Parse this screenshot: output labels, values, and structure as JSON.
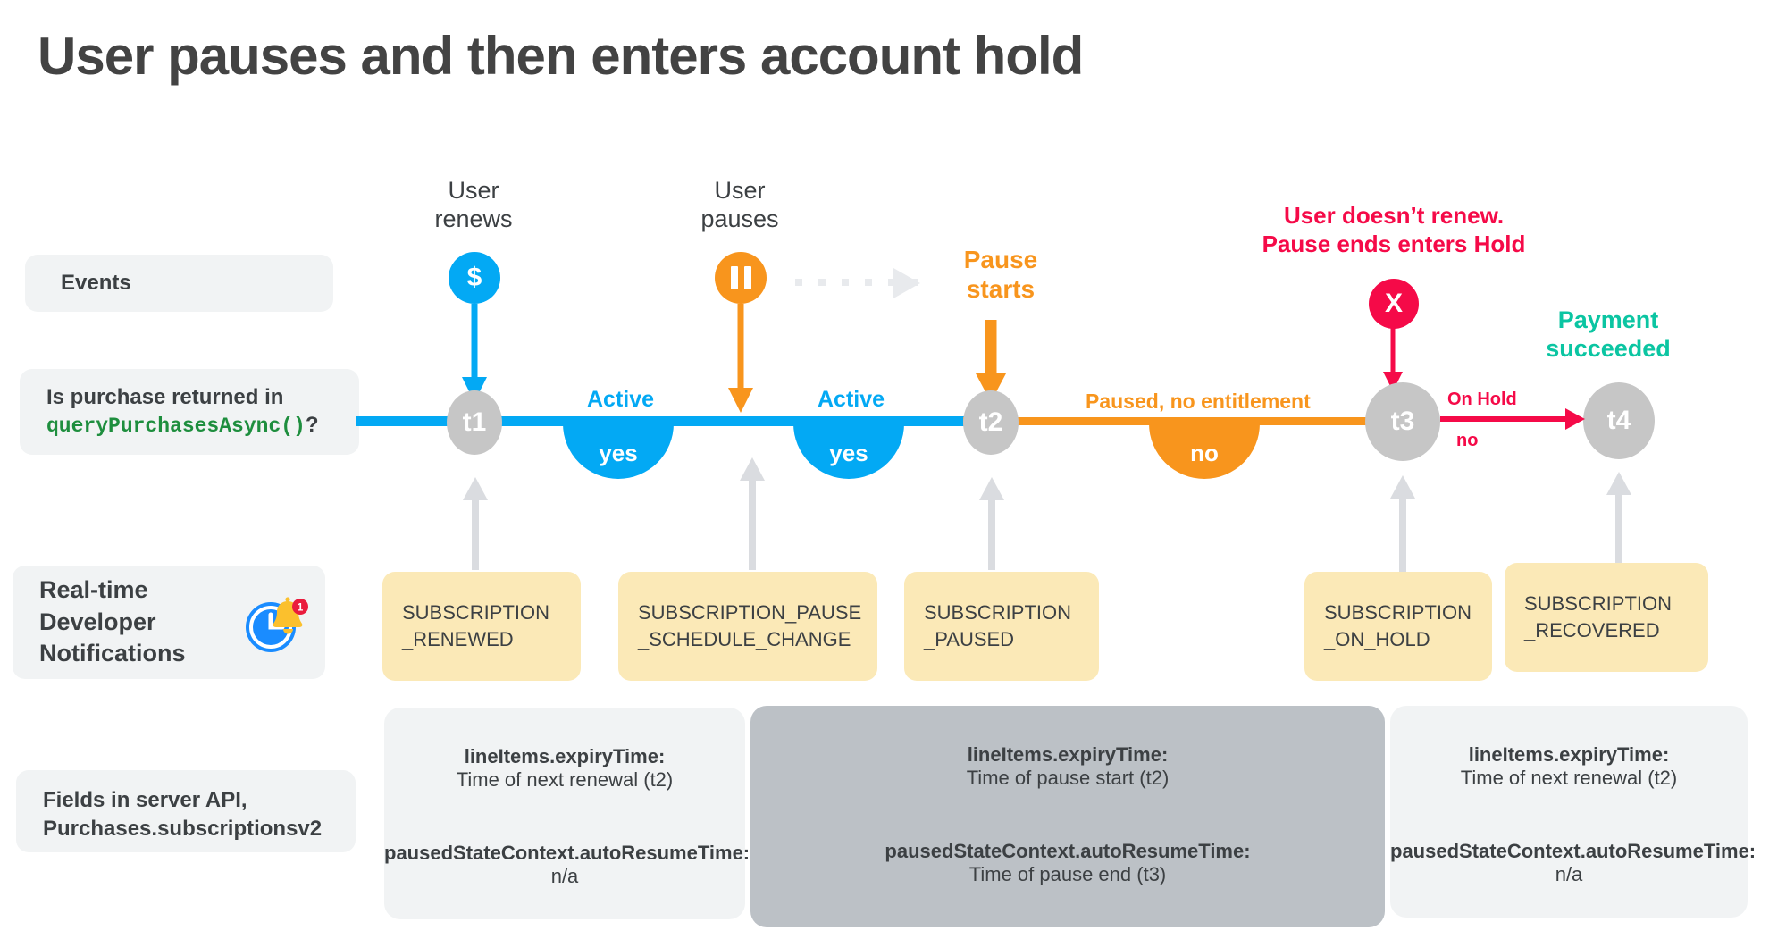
{
  "title": "User pauses and then enters account hold",
  "colors": {
    "blue": "#03a9f4",
    "orange": "#f8951d",
    "red": "#f50a48",
    "teal": "#0bc5a2",
    "gray_node": "#c6c6c6",
    "yellow_box": "#fbe9b7",
    "light_box": "#f1f3f4",
    "dark_box": "#bcc1c6",
    "green_code": "#1e8e3e",
    "title_gray": "#434343"
  },
  "rows": {
    "events_label": "Events",
    "query_label_line1": "Is purchase returned in",
    "query_label_code": "queryPurchasesAsync()",
    "query_label_suffix": "?",
    "rtdn_label": "Real-time\nDeveloper\nNotifications",
    "rtdn_icon": "clock-bell-notification-icon",
    "fields_label": "Fields in server API,\nPurchases.subscriptionsv2"
  },
  "events": [
    {
      "id": "user-renews",
      "caption": "User\nrenews",
      "icon": "dollar-icon",
      "icon_glyph": "$",
      "color": "#03a9f4"
    },
    {
      "id": "user-pauses",
      "caption": "User\npauses",
      "icon": "pause-icon",
      "icon_glyph": "❚❚",
      "color": "#f8951d"
    },
    {
      "id": "pause-starts",
      "caption": "Pause\nstarts",
      "icon": "none",
      "color": "#f8951d"
    },
    {
      "id": "user-doesnt-renew",
      "caption": "User doesn’t renew.\nPause ends enters Hold",
      "icon": "x-icon",
      "icon_glyph": "X",
      "color": "#f50a48"
    },
    {
      "id": "payment-succeeded",
      "caption": "Payment\nsucceeded",
      "icon": "none",
      "color": "#0bc5a2"
    }
  ],
  "timeline": {
    "nodes": [
      {
        "id": "t1",
        "label": "t1"
      },
      {
        "id": "t2",
        "label": "t2"
      },
      {
        "id": "t3",
        "label": "t3"
      },
      {
        "id": "t4",
        "label": "t4"
      }
    ],
    "segments": [
      {
        "id": "active-1",
        "state": "Active",
        "answer": "yes",
        "color": "#03a9f4"
      },
      {
        "id": "active-2",
        "state": "Active",
        "answer": "yes",
        "color": "#03a9f4"
      },
      {
        "id": "paused",
        "state": "Paused, no entitlement",
        "answer": "no",
        "color": "#f8951d"
      },
      {
        "id": "on-hold",
        "state": "On Hold",
        "answer": "no",
        "color": "#f50a48"
      }
    ]
  },
  "notifications": [
    {
      "id": "renewed",
      "text": "SUBSCRIPTION\n_RENEWED"
    },
    {
      "id": "schedule",
      "text": "SUBSCRIPTION_PAUSE\n_SCHEDULE_CHANGE"
    },
    {
      "id": "paused",
      "text": "SUBSCRIPTION\n_PAUSED"
    },
    {
      "id": "on-hold",
      "text": "SUBSCRIPTION\n_ON_HOLD"
    },
    {
      "id": "recovered",
      "text": "SUBSCRIPTION\n_RECOVERED"
    }
  ],
  "server_fields": [
    {
      "id": "left",
      "expiry_key": "lineItems.expiryTime:",
      "expiry_value": "Time of next renewal (t2)",
      "resume_key": "pausedStateContext.autoResumeTime:",
      "resume_value": "n/a"
    },
    {
      "id": "mid",
      "expiry_key": "lineItems.expiryTime:",
      "expiry_value": "Time of pause start (t2)",
      "resume_key": "pausedStateContext.autoResumeTime:",
      "resume_value": "Time of pause end (t3)"
    },
    {
      "id": "right",
      "expiry_key": "lineItems.expiryTime:",
      "expiry_value": "Time of next renewal (t2)",
      "resume_key": "pausedStateContext.autoResumeTime:",
      "resume_value": "n/a"
    }
  ]
}
